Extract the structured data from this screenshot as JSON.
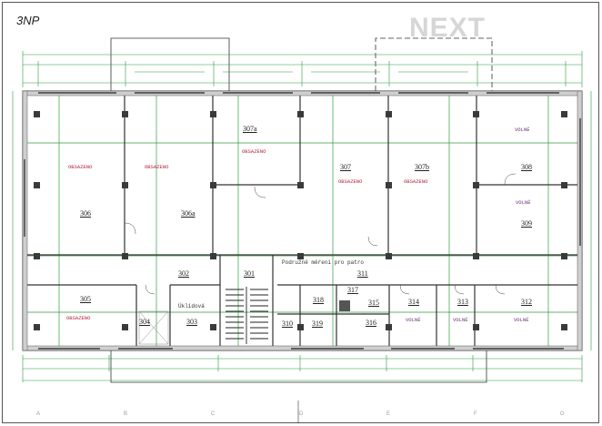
{
  "drawing": {
    "floor_label": "3NP",
    "logo_text": "NEXT",
    "corridor_note": "Podružné měření pro patro",
    "colors": {
      "dimension_lines": "#2e9a3e",
      "walls": "#333333",
      "wall_fill": "#cfcfcf",
      "columns": "#333333",
      "status_occupied": "#b3203a",
      "status_free": "#6a2a7a",
      "logo": "#d6d6d6"
    }
  },
  "rooms": [
    {
      "id": "306",
      "status": "OBSAZENO"
    },
    {
      "id": "306a",
      "status": "OBSAZENO"
    },
    {
      "id": "307a",
      "status": "OBSAZENO"
    },
    {
      "id": "307",
      "status": "OBSAZENO"
    },
    {
      "id": "307b",
      "status": "OBSAZENO"
    },
    {
      "id": "308",
      "status": "VOLNÉ"
    },
    {
      "id": "309",
      "status": "VOLNÉ"
    },
    {
      "id": "305",
      "status": "OBSAZENO"
    },
    {
      "id": "304",
      "status": ""
    },
    {
      "id": "303",
      "status": "",
      "name": "Úklidová"
    },
    {
      "id": "302",
      "status": ""
    },
    {
      "id": "301",
      "status": ""
    },
    {
      "id": "311",
      "status": ""
    },
    {
      "id": "317",
      "status": ""
    },
    {
      "id": "318",
      "status": ""
    },
    {
      "id": "315",
      "status": ""
    },
    {
      "id": "310",
      "status": ""
    },
    {
      "id": "319",
      "status": ""
    },
    {
      "id": "316",
      "status": ""
    },
    {
      "id": "314",
      "status": "VOLNÉ"
    },
    {
      "id": "313",
      "status": "VOLNÉ"
    },
    {
      "id": "312",
      "status": "VOLNÉ"
    }
  ],
  "grid_axes": [
    "A",
    "B",
    "C",
    "D",
    "E",
    "F",
    "G"
  ]
}
